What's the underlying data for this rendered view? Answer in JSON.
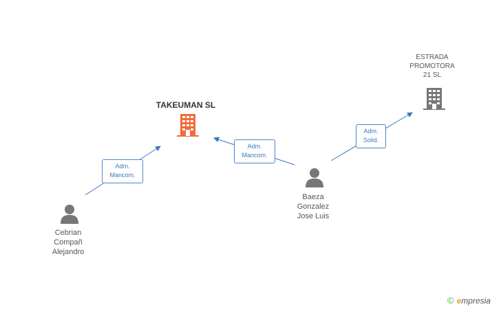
{
  "nodes": {
    "takeuman": {
      "name": "TAKEUMAN SL",
      "icon": "building-icon",
      "color": "#f26b3a"
    },
    "estrada": {
      "name_lines": [
        "ESTRADA",
        "PROMOTORA",
        "21 SL"
      ],
      "icon": "building-icon",
      "color": "#777777"
    },
    "cebrian": {
      "name_lines": [
        "Cebrian",
        "Compañ",
        "Alejandro"
      ],
      "icon": "person-icon",
      "color": "#777777"
    },
    "baeza": {
      "name_lines": [
        "Baeza",
        "Gonzalez",
        "Jose Luis"
      ],
      "icon": "person-icon",
      "color": "#777777"
    }
  },
  "edges": {
    "cebrian_takeuman": {
      "lines": [
        "Adm.",
        "Mancom."
      ]
    },
    "baeza_takeuman": {
      "lines": [
        "Adm.",
        "Mancom."
      ]
    },
    "baeza_estrada": {
      "lines": [
        "Adm.",
        "Solid."
      ]
    }
  },
  "edge_color": "#3a78c0",
  "watermark": {
    "copyright": "©",
    "brand_initial": "e",
    "brand_rest": "mpresia"
  }
}
